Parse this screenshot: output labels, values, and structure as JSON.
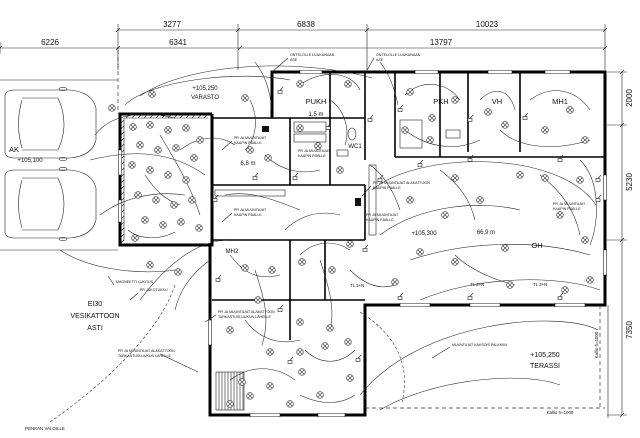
{
  "drawing": {
    "dimensions": {
      "top_row": [
        "3277",
        "6838",
        "10023"
      ],
      "second_row": [
        "6226",
        "6341",
        "13797"
      ],
      "right": [
        "2000",
        "5230",
        "7350"
      ]
    },
    "rooms": {
      "carport": {
        "name": "AK",
        "level": "+105,100"
      },
      "storage": {
        "level": "+105,250",
        "name": "VARASTO"
      },
      "dressing": {
        "name": "PUKH",
        "area": "1,5 m"
      },
      "bathroom": {
        "name": "PKH"
      },
      "closet": {
        "name": "VH"
      },
      "bedroom_1": {
        "name": "MH1"
      },
      "wc": {
        "name": "WC1"
      },
      "utility": {
        "area": "6,8 m"
      },
      "living": {
        "level": "+105,300",
        "area": "66,9 m",
        "name": "OH"
      },
      "bedroom_2": {
        "name": "MH2"
      },
      "terrace": {
        "level": "+105,250",
        "name": "TERASSI"
      }
    },
    "notes": {
      "firewall": [
        "EI30",
        "VESIKATTOON",
        "ASTI"
      ],
      "rock_bottom": "Kallio h=1000",
      "rock_side": "Kallio h=1000",
      "bench_lights": "PENKAN VALOILLE",
      "attic_1": [
        "ONTELOLLE LUUKUNAAN",
        "ASE"
      ],
      "attic_2": [
        "ONTELOLLE LUUKUNAAN",
        "ASE"
      ],
      "transformer_cabinet": [
        "PR JA MUUNTAJAT",
        "KAAPIN PÄÄLLE"
      ],
      "transformer_ceiling_cabinet": [
        "PR JA MUUNTAJAT ALAKATTOON",
        "KAAPIN PÄÄLLE"
      ],
      "transformer_hatch": [
        "PR JA MUUNTAJAT ALAKATTOON",
        "TARKASTUSLUUKUN LÄHELLE"
      ],
      "transformer_beam": "MUUNTAJAT KAKSOIS PALKKIIN",
      "magnet": "MAGNEETTI LUKITUS",
      "distribution": "PR JAKOTUKKU",
      "circuit": "TL 3+N"
    }
  }
}
